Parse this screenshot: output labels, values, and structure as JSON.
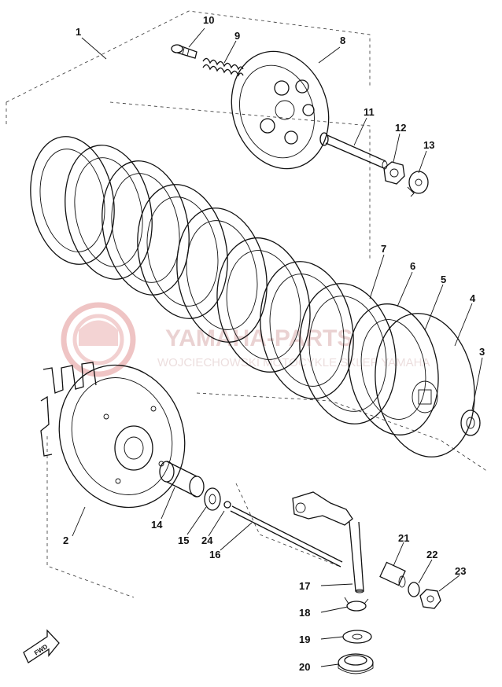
{
  "diagram": {
    "watermark": {
      "title": "YAMAHA-PARTS",
      "subtitle": "WOJCIECHOWSKI MOTOCYKLE SKLEP YAMAHA"
    },
    "fwd_label": "FWD",
    "callouts": [
      {
        "id": "c1",
        "label": "1"
      },
      {
        "id": "c2",
        "label": "2"
      },
      {
        "id": "c3",
        "label": "3"
      },
      {
        "id": "c4",
        "label": "4"
      },
      {
        "id": "c5",
        "label": "5"
      },
      {
        "id": "c6",
        "label": "6"
      },
      {
        "id": "c7",
        "label": "7"
      },
      {
        "id": "c8",
        "label": "8"
      },
      {
        "id": "c9",
        "label": "9"
      },
      {
        "id": "c10",
        "label": "10"
      },
      {
        "id": "c11",
        "label": "11"
      },
      {
        "id": "c12",
        "label": "12"
      },
      {
        "id": "c13",
        "label": "13"
      },
      {
        "id": "c14",
        "label": "14"
      },
      {
        "id": "c15",
        "label": "15"
      },
      {
        "id": "c16",
        "label": "16"
      },
      {
        "id": "c17",
        "label": "17"
      },
      {
        "id": "c18",
        "label": "18"
      },
      {
        "id": "c19",
        "label": "19"
      },
      {
        "id": "c20",
        "label": "20"
      },
      {
        "id": "c21",
        "label": "21"
      },
      {
        "id": "c22",
        "label": "22"
      },
      {
        "id": "c23",
        "label": "23"
      },
      {
        "id": "c24",
        "label": "24"
      }
    ]
  }
}
